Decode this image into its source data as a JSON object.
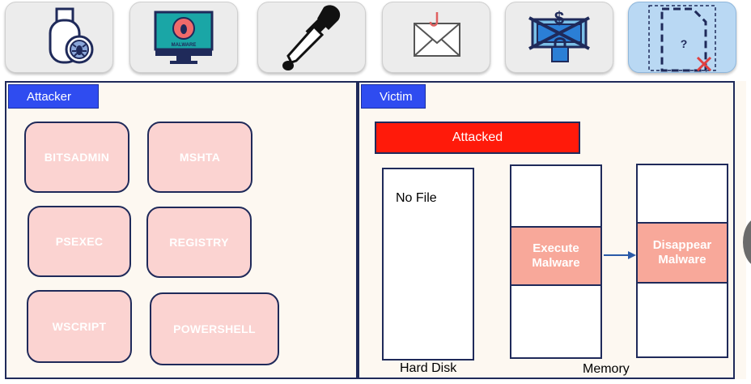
{
  "toolbar": {
    "icons": [
      "usb-malware-icon",
      "malware-monitor-icon",
      "dropper-icon",
      "phishing-email-icon",
      "ransomware-icon",
      "missing-file-icon"
    ],
    "monitor_caption": "MALWARE",
    "missing_file_mark": "?",
    "ransom_symbol": "$"
  },
  "attacker": {
    "title": "Attacker",
    "tools": [
      "BITSADMIN",
      "MSHTA",
      "PSEXEC",
      "REGISTRY",
      "WSCRIPT",
      "POWERSHELL"
    ]
  },
  "victim": {
    "title": "Victim",
    "status": "Attacked",
    "hard_disk": {
      "content": "No File",
      "label": "Hard Disk"
    },
    "memory": {
      "label": "Memory",
      "execute": "Execute Malware",
      "disappear": "Disappear Malware"
    }
  },
  "colors": {
    "tag_blue": "#2f4cf0",
    "attacked_red": "#ff1a0a",
    "tool_pink": "#fbd3d1",
    "memory_pink": "#f8a89a",
    "border_navy": "#1f2a5a",
    "selected_blue": "#b9d8f3"
  }
}
